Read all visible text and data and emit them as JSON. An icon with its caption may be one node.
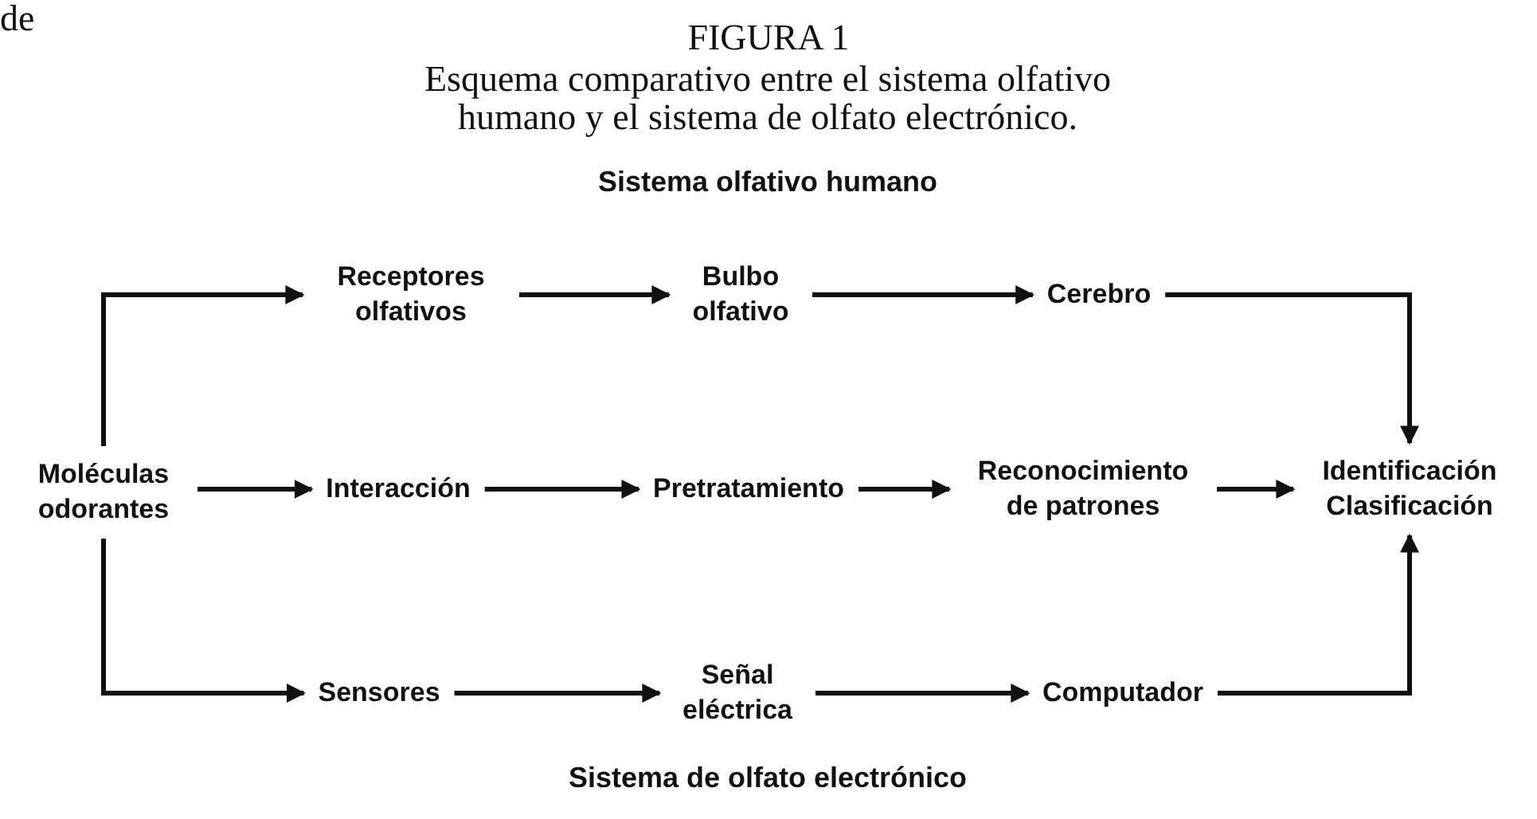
{
  "diagram": {
    "title": "FIGURA 1",
    "caption": "Esquema comparativo entre el sistema olfativo humano y el sistema de olfato electrónico.",
    "nodes": [
      {
        "text": [
          "Moléculas odorantes"
        ]
      },
      {
        "text": [
          "Receptores olfativos"
        ]
      },
      {
        "text": [
          "Bulbo olfativo"
        ]
      },
      {
        "text": [
          "Cerebro"
        ]
      },
      {
        "text": [
          "Interacción"
        ]
      },
      {
        "text": [
          "Pretratamiento"
        ]
      },
      {
        "text": [
          "Reconocimiento de patrones"
        ]
      },
      {
        "text": [
          "Identificación Clasificación"
        ]
      },
      {
        "text": [
          "Sensores"
        ]
      },
      {
        "text": [
          "Señal eléctrica"
        ]
      },
      {
        "text": [
          "Computador"
        ]
      }
    ],
    "edges": [
      {
        "from": 0,
        "to": 1,
        "arrow": "to"
      },
      {
        "from": 1,
        "to": 2,
        "arrow": "to"
      },
      {
        "from": 2,
        "to": 3,
        "arrow": "to"
      },
      {
        "from": 3,
        "to": 7,
        "arrow": "to"
      },
      {
        "from": 0,
        "to": 4,
        "arrow": "to"
      },
      {
        "from": 4,
        "to": 5,
        "arrow": "to"
      },
      {
        "from": 5,
        "to": 6,
        "arrow": "to"
      },
      {
        "from": 6,
        "to": 7,
        "arrow": "to"
      },
      {
        "from": 0,
        "to": 8,
        "arrow": "to"
      },
      {
        "from": 8,
        "to": 9,
        "arrow": "to"
      },
      {
        "from": 9,
        "to": 10,
        "arrow": "to"
      },
      {
        "from": 10,
        "to": 7,
        "arrow": "to"
      }
    ],
    "labels": [
      "de",
      "Sistema olfativo humano",
      "Sistema de olfato electrónico"
    ]
  }
}
